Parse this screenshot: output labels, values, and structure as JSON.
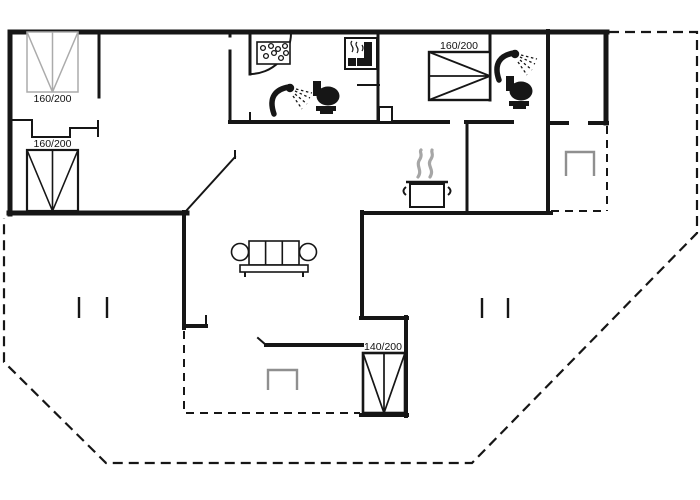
{
  "plan": {
    "title": "holiday-home-floor-plan",
    "background_color": "#ffffff",
    "wall_color": "#161616",
    "light_gray": "#ababab",
    "mid_gray": "#8f8f8f",
    "beds": [
      {
        "name": "bed-top-left",
        "size_label": "160/200"
      },
      {
        "name": "bed-left",
        "size_label": "160/200"
      },
      {
        "name": "bed-top-right",
        "size_label": "160/200"
      },
      {
        "name": "bed-bottom",
        "size_label": "140/200"
      }
    ],
    "icons": [
      "whirlpool-icon",
      "sauna-icon",
      "shower-icon",
      "toilet-icon",
      "shower-icon-2",
      "toilet-icon-2",
      "cooking-pot-icon",
      "sofa-icon",
      "terrace-grill-icon",
      "terrace-grill-icon-2"
    ]
  }
}
